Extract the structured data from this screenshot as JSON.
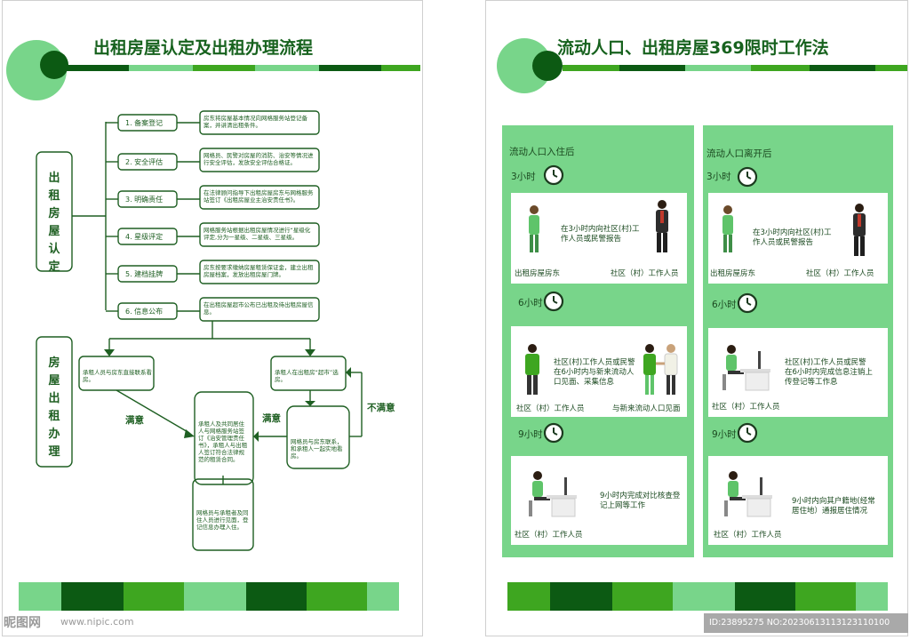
{
  "colors": {
    "dark": "#0c5a13",
    "mid": "#3ea620",
    "light": "#78d58a",
    "text": "#1e5f22"
  },
  "left": {
    "title": "出租房屋认定及出租办理流程",
    "section1_label": "出租房屋认定",
    "section2_label": "房屋出租办理",
    "steps": [
      {
        "label": "1. 备案登记",
        "desc": "房东将房屋基本情况向网格服务站登记备案，并讲清出租条件。"
      },
      {
        "label": "2. 安全评估",
        "desc": "网格员、民警对房屋的消防、治安等情况进行安全评估，发放安全评估合格证。"
      },
      {
        "label": "3. 明确责任",
        "desc": "在法律顾问指导下出租房屋房东与网格服务站签订《出租房屋业主治安责任书》。"
      },
      {
        "label": "4. 星级评定",
        "desc": "网格服务站根据出租房屋情况进行“星级化评定,分为一星级、二星级、三星级。"
      },
      {
        "label": "5. 建档挂牌",
        "desc": "房东按要求缴纳房屋租赁保证金，建立出租房屋档案，发放出租房屋门牌。"
      },
      {
        "label": "6. 信息公布",
        "desc": "在出租房屋超市公布已出租及待出租房屋信息。"
      }
    ],
    "boxes": {
      "renter_direct": "承租人员与房东直接联系看房。",
      "supermarket": "承租人在出租房“超市”选房。",
      "contract": "承租人及共同居住人与网格服务站签订《治安管理责任书》，承租人与出租人签订符合法律规范的租赁合同。",
      "agent": "网格员与房东联系，和承租人一起实地看房。",
      "register": "网格员与承租者及同住人员进行见面，登记信息办理入住。"
    },
    "satisfied_1": "满意",
    "satisfied_2": "满意",
    "unsatisfied": "不满意"
  },
  "right": {
    "title": "流动人口、出租房屋369限时工作法",
    "columns": [
      {
        "header": "流动人口入住后",
        "cards": [
          {
            "hour": "3小时",
            "text": "在3小时内向社区(村)工作人员或民警报告",
            "label_a": "出租房屋房东",
            "label_b": "社区（村）工作人员"
          },
          {
            "hour": "6小时",
            "text": "社区(村)工作人员或民警在6小时内与新来流动人口见面、采集信息",
            "label_a": "社区（村）工作人员",
            "label_b": "与新来流动人口见面"
          },
          {
            "hour": "9小时",
            "text": "9小时内完成对比核查登记上网等工作",
            "label_a": "社区（村）工作人员",
            "label_b": ""
          }
        ]
      },
      {
        "header": "流动人口离开后",
        "cards": [
          {
            "hour": "3小时",
            "text": "在3小时内向社区(村)工作人员或民警报告",
            "label_a": "出租房屋房东",
            "label_b": "社区（村）工作人员"
          },
          {
            "hour": "6小时",
            "text": "社区(村)工作人员或民警在6小时内完成信息注销上传登记等工作息",
            "label_a": "社区（村）工作人员",
            "label_b": ""
          },
          {
            "hour": "9小时",
            "text": "9小时内向其户籍地(经常居住地）通报居住情况",
            "label_a": "社区（村）工作人员",
            "label_b": ""
          }
        ]
      }
    ]
  },
  "watermark": {
    "logo": "昵图网",
    "url": "www.nipic.com",
    "id": "ID:23895275 NO:20230613113123110100"
  }
}
